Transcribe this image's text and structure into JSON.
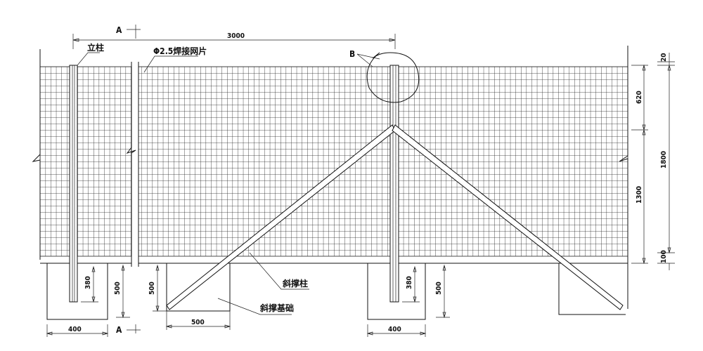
{
  "title": "Welded mesh fence elevation",
  "labels": {
    "post": "立柱",
    "mesh": "Φ2.5焊接网片",
    "brace_post": "斜撑柱",
    "brace_foundation": "斜撑基础",
    "detail_b": "B",
    "section_a_top": "A",
    "section_a_bottom": "A"
  },
  "dimensions": {
    "span": "3000",
    "top_gap": "20",
    "upper": "620",
    "lower": "1300",
    "total_height": "1800",
    "bottom_gap": "100",
    "post_embed_left": "380",
    "foundation_depth_left": "500",
    "brace_foundation_depth": "500",
    "brace_foundation_width": "500",
    "post_embed_right": "380",
    "foundation_depth_right": "500",
    "foundation_width_left": "400",
    "foundation_width_right": "400"
  }
}
